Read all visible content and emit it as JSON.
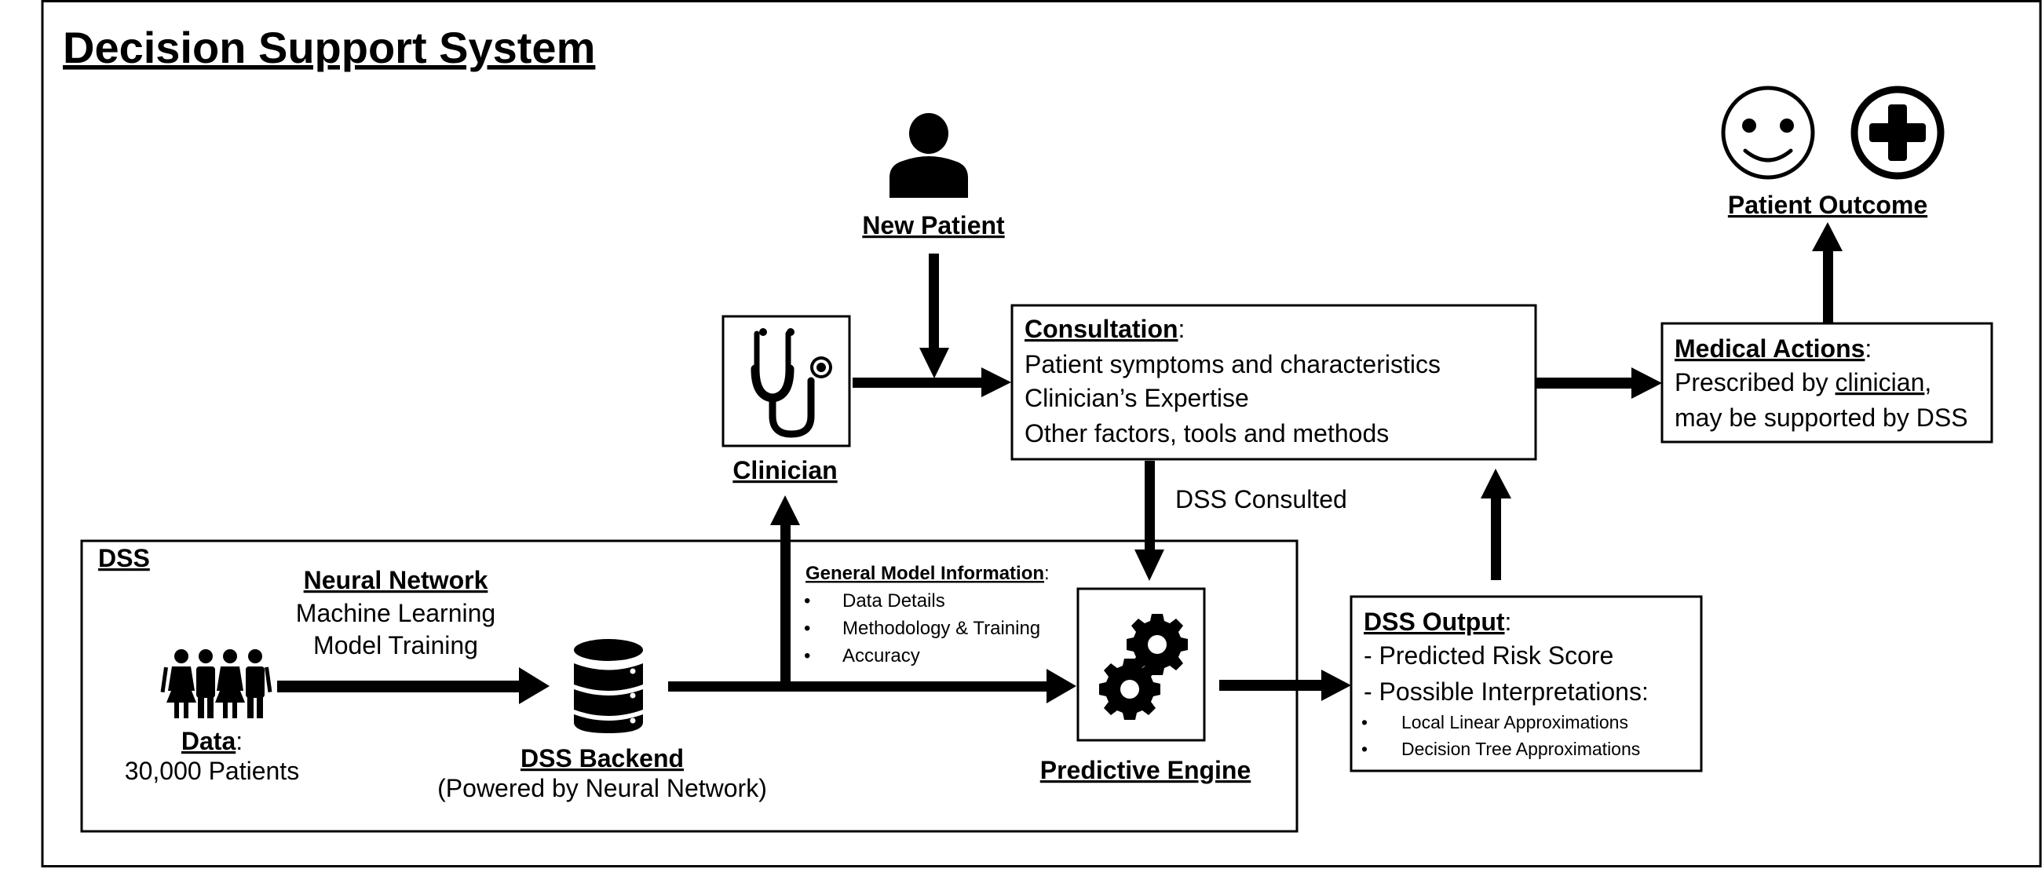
{
  "title": "Decision Support System",
  "colors": {
    "foreground": "#000000",
    "background": "#ffffff"
  },
  "nodes": {
    "new_patient": {
      "label": "New Patient",
      "icon": "person-icon"
    },
    "clinician": {
      "label": "Clinician",
      "icon": "stethoscope-icon"
    },
    "consultation": {
      "heading": "Consultation",
      "heading_suffix": ":",
      "lines": [
        "Patient symptoms and characteristics",
        "Clinician’s Expertise",
        "Other factors, tools and methods"
      ]
    },
    "medical_actions": {
      "heading": "Medical Actions",
      "heading_suffix": ":",
      "line1_prefix": "Prescribed by ",
      "line1_link": "clinician",
      "line1_suffix": ",",
      "line2": "may be supported by DSS"
    },
    "patient_outcome": {
      "label": "Patient Outcome",
      "icons": [
        "smiley-face-icon",
        "medical-cross-icon"
      ]
    },
    "dss_consulted": {
      "label": "DSS Consulted"
    },
    "dss_group": {
      "label": "DSS"
    },
    "neural_network": {
      "heading": "Neural Network",
      "lines": [
        "Machine Learning",
        "Model Training"
      ]
    },
    "data": {
      "heading": "Data",
      "heading_suffix": ":",
      "detail": "30,000 Patients",
      "icon": "people-group-icon"
    },
    "dss_backend": {
      "heading": "DSS Backend",
      "detail": "(Powered by Neural Network)",
      "icon": "database-icon"
    },
    "general_model_info": {
      "heading": "General Model Information",
      "heading_suffix": ":",
      "bullets": [
        "Data Details",
        "Methodology & Training",
        "Accuracy"
      ],
      "bullet_glyph": "•"
    },
    "predictive_engine": {
      "label": "Predictive Engine",
      "icon": "gears-icon"
    },
    "dss_output": {
      "heading": "DSS Output",
      "heading_suffix": ":",
      "lines": [
        "- Predicted Risk Score",
        "- Possible Interpretations:"
      ],
      "bullets": [
        "Local Linear Approximations",
        "Decision Tree Approximations"
      ],
      "bullet_glyph": "•"
    }
  },
  "edges": [
    {
      "from": "new_patient",
      "to": "consultation"
    },
    {
      "from": "clinician",
      "to": "consultation"
    },
    {
      "from": "consultation",
      "to": "medical_actions"
    },
    {
      "from": "medical_actions",
      "to": "patient_outcome"
    },
    {
      "from": "consultation",
      "to": "predictive_engine",
      "label": "DSS Consulted"
    },
    {
      "from": "data",
      "to": "dss_backend"
    },
    {
      "from": "dss_backend",
      "to": "predictive_engine"
    },
    {
      "from": "dss_backend",
      "to": "clinician",
      "label": "General Model Information"
    },
    {
      "from": "predictive_engine",
      "to": "dss_output"
    },
    {
      "from": "dss_output",
      "to": "consultation"
    }
  ]
}
